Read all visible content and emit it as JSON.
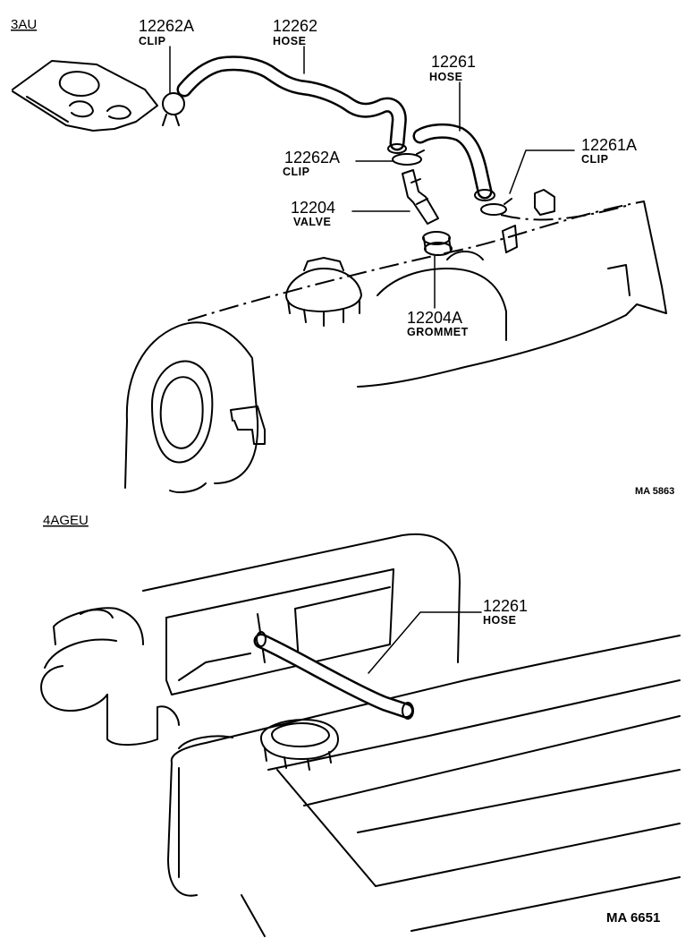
{
  "sections": [
    {
      "label": "3AU",
      "code": "MA 5863"
    },
    {
      "label": "4AGEU",
      "code": "MA  6651"
    }
  ],
  "callouts": [
    {
      "id": "c1",
      "number": "12262A",
      "name": "CLIP"
    },
    {
      "id": "c2",
      "number": "12262",
      "name": "HOSE"
    },
    {
      "id": "c3",
      "number": "12261",
      "name": "HOSE"
    },
    {
      "id": "c4",
      "number": "12262A",
      "name": "CLIP"
    },
    {
      "id": "c5",
      "number": "12261A",
      "name": "CLIP"
    },
    {
      "id": "c6",
      "number": "12204",
      "name": "VALVE"
    },
    {
      "id": "c7",
      "number": "12204A",
      "name": "GROMMET"
    },
    {
      "id": "c8",
      "number": "12261",
      "name": "HOSE"
    }
  ]
}
